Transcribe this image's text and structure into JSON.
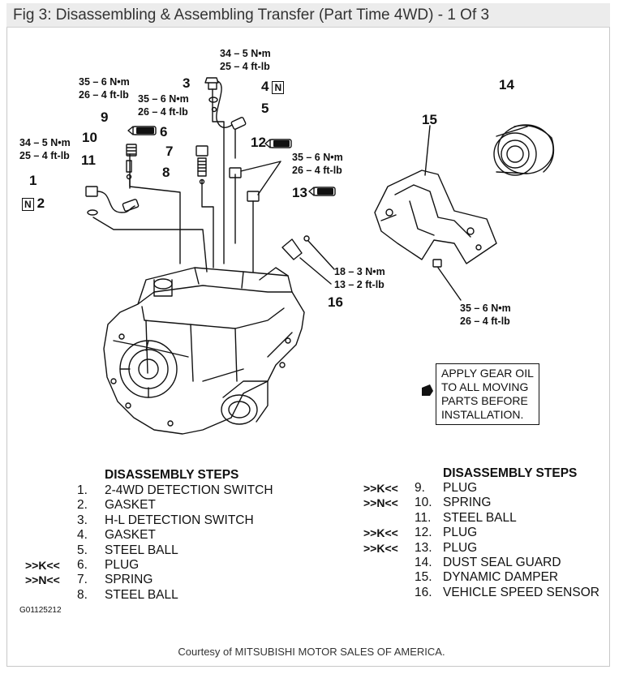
{
  "title": "Fig 3: Disassembling & Assembling Transfer (Part Time 4WD) - 1 Of 3",
  "callouts": {
    "torque_top": [
      "34 – 5 N•m",
      "25 – 4 ft-lb"
    ],
    "torque_9": [
      "35 – 6 N•m",
      "26 – 4 ft-lb"
    ],
    "torque_6": [
      "35 – 6 N•m",
      "26 – 4 ft-lb"
    ],
    "torque_1": [
      "34 – 5 N•m",
      "25 – 4 ft-lb"
    ],
    "torque_12": [
      "35 – 6 N•m",
      "26 – 4 ft-lb"
    ],
    "torque_16": [
      "18 – 3 N•m",
      "13 – 2 ft-lb"
    ],
    "torque_bracket": [
      "35 – 6 N•m",
      "26 – 4 ft-lb"
    ],
    "numbers": [
      "1",
      "2",
      "3",
      "4",
      "5",
      "6",
      "7",
      "8",
      "9",
      "10",
      "11",
      "12",
      "13",
      "14",
      "15",
      "16"
    ],
    "n_mark": "N"
  },
  "note": [
    "APPLY GEAR OIL",
    "TO ALL MOVING",
    "PARTS BEFORE",
    "INSTALLATION."
  ],
  "steps_left": {
    "header": "DISASSEMBLY STEPS",
    "items": [
      {
        "code": "",
        "num": "1.",
        "name": "2-4WD DETECTION SWITCH"
      },
      {
        "code": "",
        "num": "2.",
        "name": "GASKET"
      },
      {
        "code": "",
        "num": "3.",
        "name": "H-L DETECTION SWITCH"
      },
      {
        "code": "",
        "num": "4.",
        "name": "GASKET"
      },
      {
        "code": "",
        "num": "5.",
        "name": "STEEL BALL"
      },
      {
        "code": ">>K<<",
        "num": "6.",
        "name": "PLUG"
      },
      {
        "code": ">>N<<",
        "num": "7.",
        "name": "SPRING"
      },
      {
        "code": "",
        "num": "8.",
        "name": "STEEL BALL"
      }
    ]
  },
  "steps_right": {
    "header": "DISASSEMBLY STEPS",
    "items": [
      {
        "code": ">>K<<",
        "num": "9.",
        "name": "PLUG"
      },
      {
        "code": ">>N<<",
        "num": "10.",
        "name": "SPRING"
      },
      {
        "code": "",
        "num": "11.",
        "name": "STEEL BALL"
      },
      {
        "code": ">>K<<",
        "num": "12.",
        "name": "PLUG"
      },
      {
        "code": ">>K<<",
        "num": "13.",
        "name": "PLUG"
      },
      {
        "code": "",
        "num": "14.",
        "name": "DUST SEAL GUARD"
      },
      {
        "code": "",
        "num": "15.",
        "name": "DYNAMIC DAMPER"
      },
      {
        "code": "",
        "num": "16.",
        "name": "VEHICLE SPEED SENSOR"
      }
    ]
  },
  "figure_id": "G01125212",
  "courtesy": "Courtesy of MITSUBISHI MOTOR SALES OF AMERICA."
}
